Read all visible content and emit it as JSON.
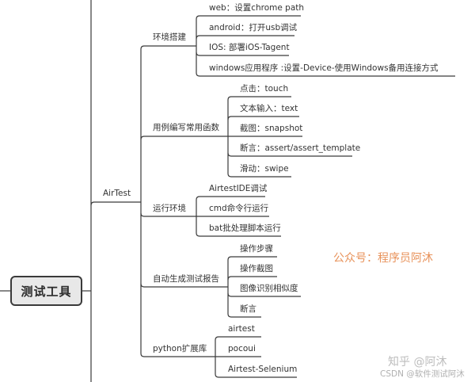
{
  "root": {
    "label": "测试工具"
  },
  "main_branch": {
    "label": "AirTest"
  },
  "branches": [
    {
      "label": "环境搭建",
      "children": [
        "web：设置chrome path",
        "android：打开usb调试",
        "IOS: 部署iOS-Tagent",
        "windows应用程序 :设置-Device-使用Windows备用连接方式"
      ]
    },
    {
      "label": "用例编写常用函数",
      "children": [
        "点击：touch",
        "文本输入：text",
        "截图：snapshot",
        "断言：assert/assert_template",
        "滑动：swipe"
      ]
    },
    {
      "label": "运行环境",
      "children": [
        "AirtestIDE调试",
        "cmd命令行运行",
        "bat批处理脚本运行"
      ]
    },
    {
      "label": "自动生成测试报告",
      "children": [
        "操作步骤",
        "操作截图",
        "图像识别相似度",
        "断言"
      ]
    },
    {
      "label": "python扩展库",
      "children": [
        "airtest",
        "pocoui",
        "Airtest-Selenium"
      ]
    }
  ],
  "watermarks": {
    "wechat": "公众号：程序员阿沐",
    "zhihu": "知乎 @阿沐",
    "csdn": "CSDN @软件测试阿沐"
  },
  "colors": {
    "line": "#3a3a3a",
    "root_fill": "#e8e8e8",
    "text": "#333333",
    "wechat_watermark": "#e8925a",
    "faint_watermark": "#b8b8b8"
  }
}
